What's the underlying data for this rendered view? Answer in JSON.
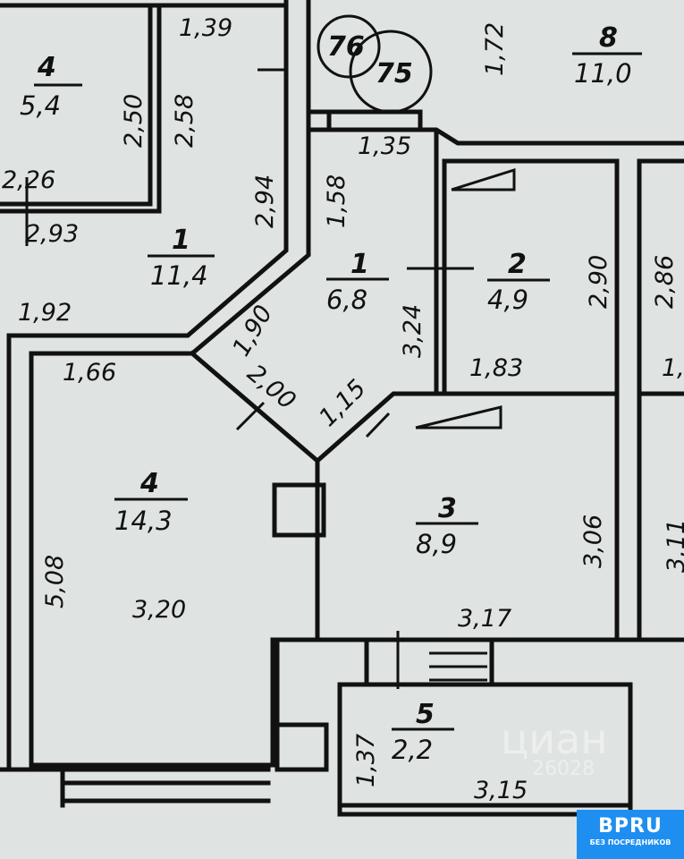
{
  "rooms": [
    {
      "number": "4",
      "area": "5,4"
    },
    {
      "number": "1",
      "area": "11,4"
    },
    {
      "number": "1",
      "area": "6,8"
    },
    {
      "number": "2",
      "area": "4,9"
    },
    {
      "number": "4",
      "area": "14,3"
    },
    {
      "number": "3",
      "area": "8,9"
    },
    {
      "number": "5",
      "area": "2,2"
    },
    {
      "number": "8",
      "area": "11,0"
    }
  ],
  "markers": [
    "76",
    "75"
  ],
  "dimensions": [
    "1,39",
    "2,50",
    "2,58",
    "2,26",
    "2,93",
    "2,94",
    "1,58",
    "1,35",
    "1,72",
    "2,90",
    "2,86",
    "1,92",
    "1,90",
    "3,24",
    "1,83",
    "1,66",
    "2,00",
    "1,15",
    "5,08",
    "3,20",
    "3,06",
    "3,11",
    "3,17",
    "1,37",
    "3,15",
    "1,"
  ],
  "watermark": {
    "text": "циан",
    "id": "26028"
  },
  "logo": {
    "brand": "BPRU",
    "tagline": "БЕЗ ПОСРЕДНИКОВ"
  },
  "colors": {
    "background": "#dfe3e2",
    "logo": "#1e8ff0"
  }
}
